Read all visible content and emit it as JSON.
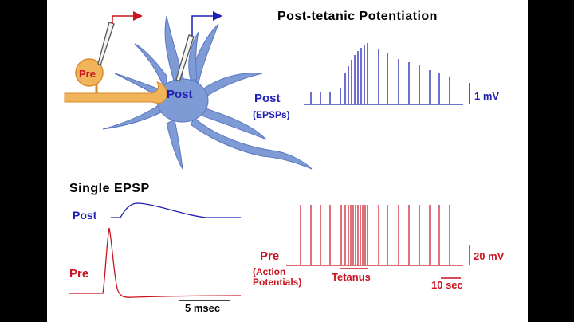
{
  "labels": {
    "ptp_title": "Post-tetanic Potentiation",
    "single_title": "Single EPSP",
    "neuron_pre": "Pre",
    "neuron_post": "Post",
    "ptp_post_line1": "Post",
    "ptp_post_line2": "(EPSPs)",
    "ptp_scale_mv": "1 mV",
    "ptp_pre_line1": "Pre",
    "ptp_pre_line2": "(Action",
    "ptp_pre_line3": "Potentials)",
    "tetanus": "Tetanus",
    "time_scale_sec": "10 sec",
    "ap_scale_mv": "20 mV",
    "single_post": "Post",
    "single_pre": "Pre",
    "time_scale_msec": "5 msec"
  },
  "colors": {
    "blue": "#1f1fb4",
    "red": "#c8141e",
    "neuron": "#7f9bd6",
    "neuron_dark": "#5a78c0",
    "axon": "#f2b45a",
    "axon_dark": "#d98a2a",
    "background": "#ffffff",
    "frame": "#000000"
  },
  "icons": [
    "electrode-icon",
    "arrow-right-icon"
  ]
}
